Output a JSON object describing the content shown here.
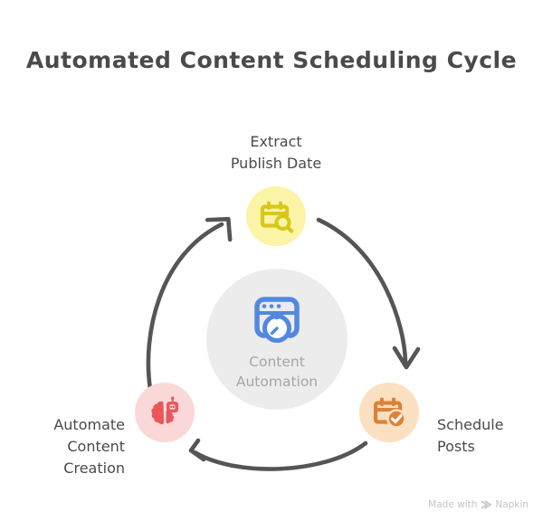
{
  "title": "Automated Content Scheduling Cycle",
  "hub": {
    "label": "Content\nAutomation",
    "icon": "browser-stopwatch-icon",
    "icon_color": "#5288e0",
    "circle_color": "#ececec",
    "text_color": "#a6a6a6"
  },
  "nodes": [
    {
      "id": "extract-publish-date",
      "label": "Extract\nPublish Date",
      "icon": "calendar-search-icon",
      "circle_color": "#fcf4a6",
      "icon_color": "#d7c81c"
    },
    {
      "id": "schedule-posts",
      "label": "Schedule\nPosts",
      "icon": "calendar-check-icon",
      "circle_color": "#fbe0c2",
      "icon_color": "#dd8236"
    },
    {
      "id": "automate-content-creation",
      "label": "Automate\nContent\nCreation",
      "icon": "brain-robot-icon",
      "circle_color": "#fbd8d8",
      "icon_color": "#e8585b"
    }
  ],
  "arrows": [
    {
      "id": "arrow-left-to-top",
      "from": "automate-content-creation",
      "to": "extract-publish-date"
    },
    {
      "id": "arrow-top-to-right",
      "from": "extract-publish-date",
      "to": "schedule-posts"
    },
    {
      "id": "arrow-right-to-left",
      "from": "schedule-posts",
      "to": "automate-content-creation"
    }
  ],
  "colors": {
    "title": "#4a4a4a",
    "label": "#4a4a4a",
    "arrow": "#555555",
    "background": "#ffffff",
    "watermark": "#c6c6c6"
  },
  "watermark": {
    "text": "Made with",
    "brand": "Napkin"
  }
}
